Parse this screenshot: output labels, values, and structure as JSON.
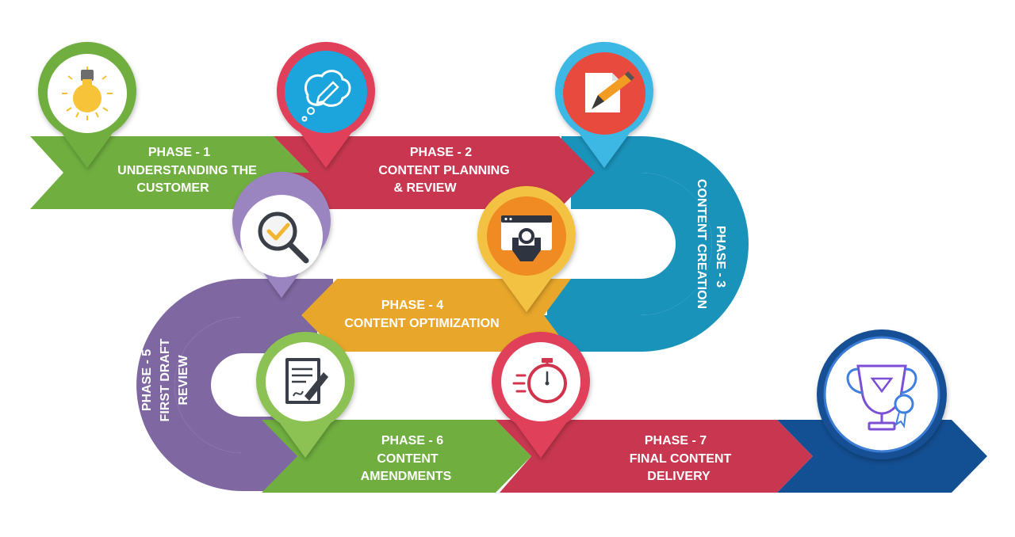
{
  "phases": [
    {
      "id": "p1",
      "title": "PHASE - 1",
      "lines": [
        "UNDERSTANDING THE",
        "CUSTOMER"
      ],
      "color": "#6fae3f",
      "icon": "lightbulb-icon"
    },
    {
      "id": "p2",
      "title": "PHASE - 2",
      "lines": [
        "CONTENT PLANNING",
        "& REVIEW"
      ],
      "color": "#c8374f",
      "icon": "thought-bubble-pencil-icon"
    },
    {
      "id": "p3",
      "title": "PHASE - 3",
      "lines": [
        "CONTENT CREATION"
      ],
      "color": "#1a93bb",
      "icon": "document-pen-icon"
    },
    {
      "id": "p4",
      "title": "PHASE - 4",
      "lines": [
        "CONTENT OPTIMIZATION"
      ],
      "color": "#e8a72a",
      "icon": "browser-gear-wrench-icon"
    },
    {
      "id": "p5",
      "title": "PHASE - 5",
      "lines": [
        "FIRST DRAFT",
        "REVIEW"
      ],
      "color": "#7f68a1",
      "icon": "magnifier-check-icon"
    },
    {
      "id": "p6",
      "title": "PHASE - 6",
      "lines": [
        "CONTENT",
        "AMENDMENTS"
      ],
      "color": "#6fae3f",
      "icon": "contract-signing-icon"
    },
    {
      "id": "p7",
      "title": "PHASE - 7",
      "lines": [
        "FINAL CONTENT",
        "DELIVERY"
      ],
      "color": "#c8374f",
      "icon": "stopwatch-icon"
    }
  ],
  "finish": {
    "color": "#134f93",
    "icon": "trophy-diamond-medal-icon"
  }
}
